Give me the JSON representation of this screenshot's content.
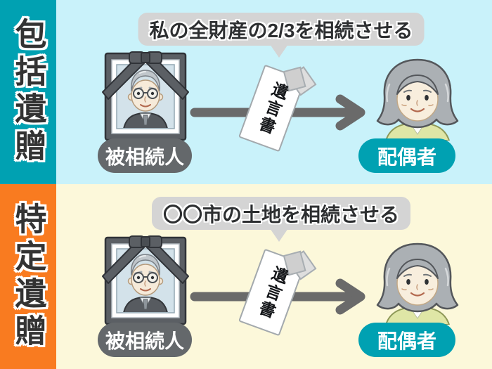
{
  "sections": [
    {
      "category_label": "包括遺贈",
      "bubble_text": "私の全財産の2/3を相続させる",
      "sender_label": "被相続人",
      "document_text": "遺言書",
      "receiver_label": "配偶者",
      "colors": {
        "sidebar": "#00a1b2",
        "background": "#c9f2fa"
      }
    },
    {
      "category_label": "特定遺贈",
      "bubble_text": "〇〇市の土地を相続させる",
      "sender_label": "被相続人",
      "document_text": "遺言書",
      "receiver_label": "配偶者",
      "colors": {
        "sidebar": "#f97b20",
        "background": "#fcf8da"
      }
    }
  ],
  "colors": {
    "bubble_bg": "#d4d4d4",
    "arrow": "#6a6a6a",
    "sender_pill": "#64686b",
    "receiver_pill": "#00a1b2",
    "dark_text": "#2d2f31",
    "pill_text": "#ffffff"
  }
}
